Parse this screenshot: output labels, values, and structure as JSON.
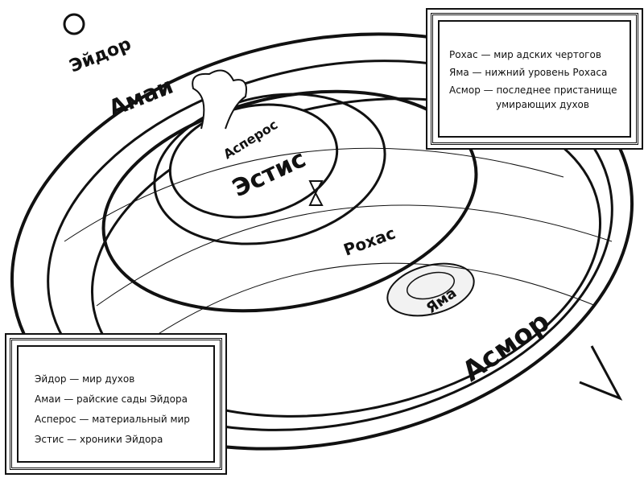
{
  "map": {
    "labels": {
      "eidor": "Эйдор",
      "amai": "Амаи",
      "asperos": "Асперос",
      "estis": "Эстис",
      "rokhas": "Рохас",
      "yama": "Яма",
      "asmor": "Асмор"
    }
  },
  "legend_top": {
    "lines": [
      "Рохас — мир адских чертогов",
      "Яма — нижний уровень Рохаса",
      "Асмор — последнее пристанище",
      "умирающих духов"
    ]
  },
  "legend_bottom": {
    "lines": [
      "Эйдор — мир духов",
      "Амаи — райские сады Эйдора",
      "Асперос — материальный мир",
      "Эстис — хроники Эйдора"
    ]
  }
}
